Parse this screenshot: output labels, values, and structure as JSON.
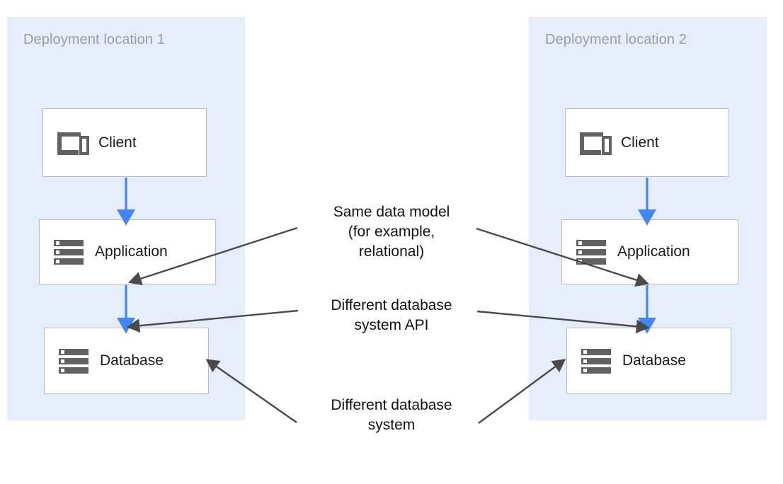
{
  "diagram": {
    "title": "Two deployment locations with same data model but different database systems",
    "colors": {
      "zone_background": "#e6eefb",
      "node_background": "#ffffff",
      "node_border": "#bdbdbd",
      "flow_arrow": "#4285f4",
      "annotation_arrow": "#4a4a4a",
      "zone_title_text": "#9e9e9e",
      "label_text": "#111111"
    },
    "zones": [
      {
        "id": "zone1",
        "title": "Deployment location 1"
      },
      {
        "id": "zone2",
        "title": "Deployment location 2"
      }
    ],
    "nodes": [
      {
        "id": "client1",
        "label": "Client",
        "icon": "client-devices-icon",
        "zone": "zone1"
      },
      {
        "id": "app1",
        "label": "Application",
        "icon": "server-stack-icon",
        "zone": "zone1"
      },
      {
        "id": "db1",
        "label": "Database",
        "icon": "server-stack-icon",
        "zone": "zone1"
      },
      {
        "id": "client2",
        "label": "Client",
        "icon": "client-devices-icon",
        "zone": "zone2"
      },
      {
        "id": "app2",
        "label": "Application",
        "icon": "server-stack-icon",
        "zone": "zone2"
      },
      {
        "id": "db2",
        "label": "Database",
        "icon": "server-stack-icon",
        "zone": "zone2"
      }
    ],
    "annotations": [
      {
        "id": "same-data-model",
        "text": "Same data model\n(for example,\nrelational)"
      },
      {
        "id": "different-db-api",
        "text": "Different database\nsystem API"
      },
      {
        "id": "different-db-system",
        "text": "Different database\nsystem"
      }
    ],
    "flows": [
      {
        "from": "client1",
        "to": "app1",
        "color": "#4285f4"
      },
      {
        "from": "app1",
        "to": "db1",
        "color": "#4285f4"
      },
      {
        "from": "client2",
        "to": "app2",
        "color": "#4285f4"
      },
      {
        "from": "app2",
        "to": "db2",
        "color": "#4285f4"
      }
    ]
  }
}
